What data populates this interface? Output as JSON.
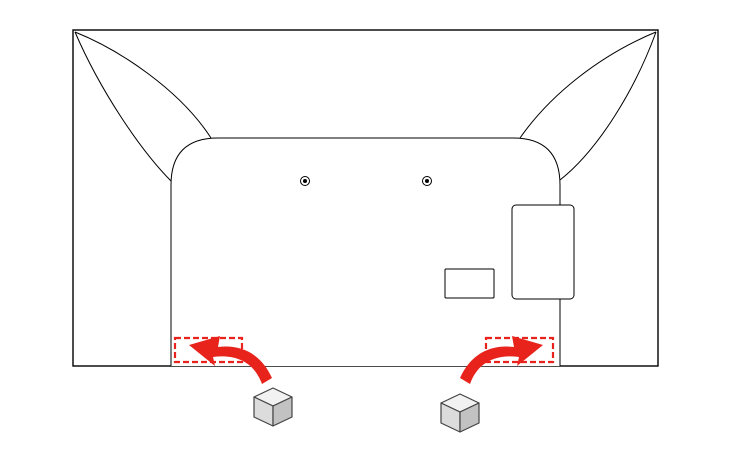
{
  "diagram": {
    "subject": "tv-rear-panel",
    "colors": {
      "outline": "#000000",
      "background": "#ffffff",
      "arrow": "#e8231b",
      "highlight_box": "#e8231b",
      "cube_stroke": "#444444",
      "cube_top": "#f2f2f2",
      "cube_left": "#dcdcdc",
      "cube_right": "#c2c2c2"
    },
    "icons": {
      "left_cube": "cube-icon",
      "right_cube": "cube-icon",
      "left_arrow": "curved-arrow-icon",
      "right_arrow": "curved-arrow-icon",
      "screws": "screw-icon"
    },
    "screw_count": 2,
    "highlight_count": 2
  }
}
